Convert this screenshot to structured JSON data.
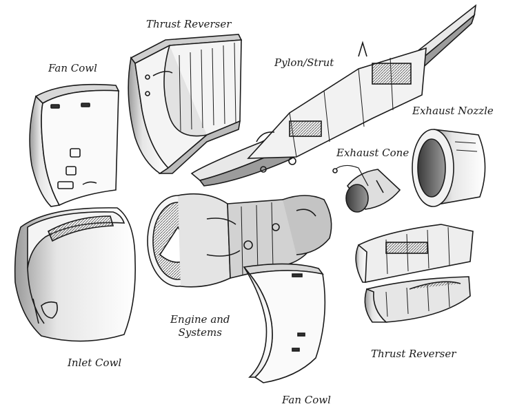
{
  "labels": {
    "thrust_reverser_top": "Thrust Reverser",
    "fan_cowl_top": "Fan Cowl",
    "pylon_strut": "Pylon/Strut",
    "exhaust_nozzle": "Exhaust Nozzle",
    "exhaust_cone": "Exhaust Cone",
    "engine_line1": "Engine and",
    "engine_line2": "Systems",
    "inlet_cowl": "Inlet Cowl",
    "thrust_reverser_bottom": "Thrust Reverser",
    "fan_cowl_bottom": "Fan Cowl"
  },
  "colors": {
    "ink": "#1a1a1a",
    "shade": "#bdbdbd",
    "dark_shade": "#6e6e6e",
    "paper": "#ffffff"
  }
}
